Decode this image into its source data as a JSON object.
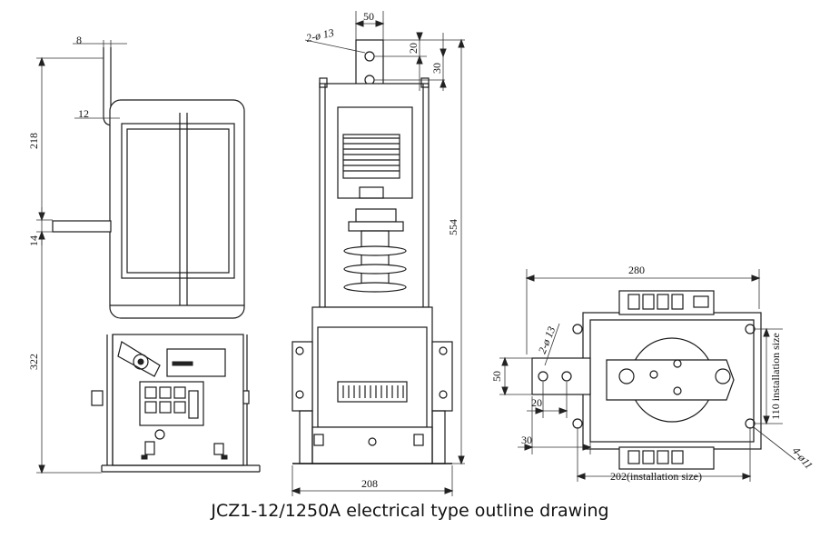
{
  "caption": "JCZ1-12/1250A electrical type outline drawing",
  "dimensions": {
    "side_8": "8",
    "side_12": "12",
    "side_218": "218",
    "side_14": "14",
    "side_322": "322",
    "front_50": "50",
    "front_holes": "2-ø 13",
    "front_20": "20",
    "front_30": "30",
    "front_554": "554",
    "front_208": "208",
    "top_280": "280",
    "top_holes": "2-ø 13",
    "top_50": "50",
    "top_20": "20",
    "top_30": "30",
    "top_110": "110 installation size",
    "top_202": "202(installation size)",
    "top_4holes": "4-ø11"
  }
}
